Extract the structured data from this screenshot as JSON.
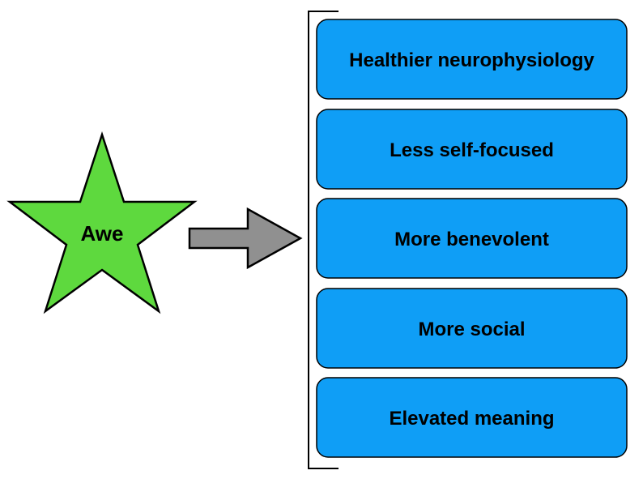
{
  "central": {
    "label": "Awe",
    "shape": "star",
    "fill_color": "#5ed93e"
  },
  "arrow": {
    "icon": "right-arrow-icon",
    "fill_color": "#909090"
  },
  "bracket": {
    "icon": "left-bracket-icon"
  },
  "outcomes": {
    "box_color": "#0f9ef6",
    "items": [
      {
        "label": "Healthier neurophysiology"
      },
      {
        "label": "Less self-focused"
      },
      {
        "label": "More benevolent"
      },
      {
        "label": "More social"
      },
      {
        "label": "Elevated meaning"
      }
    ]
  }
}
